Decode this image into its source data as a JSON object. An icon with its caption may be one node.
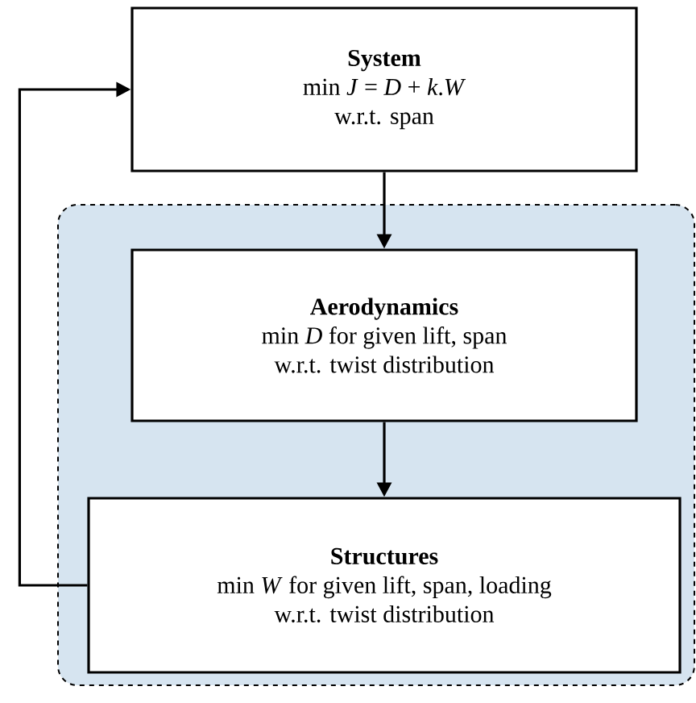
{
  "diagram": {
    "nodes": [
      {
        "text": [
          "System",
          "min *J* = *D* + *k*.*W*",
          "w.r.t. span"
        ]
      },
      {
        "text": [],
        "shape": "box"
      },
      {
        "text": [
          "Aerodynamics",
          "min *D* for given lift, span",
          "w.r.t. twist distribution"
        ],
        "in": 1
      },
      {
        "text": [
          "Structures",
          "min *W* for given lift, span, loading",
          "w.r.t. twist distribution"
        ],
        "in": 1
      }
    ],
    "edges": [
      {
        "from": 0,
        "to": 2,
        "arrow": "to"
      },
      {
        "from": 2,
        "to": 3,
        "arrow": "to"
      },
      {
        "from": 3,
        "to": 0,
        "arrow": "to"
      }
    ]
  }
}
